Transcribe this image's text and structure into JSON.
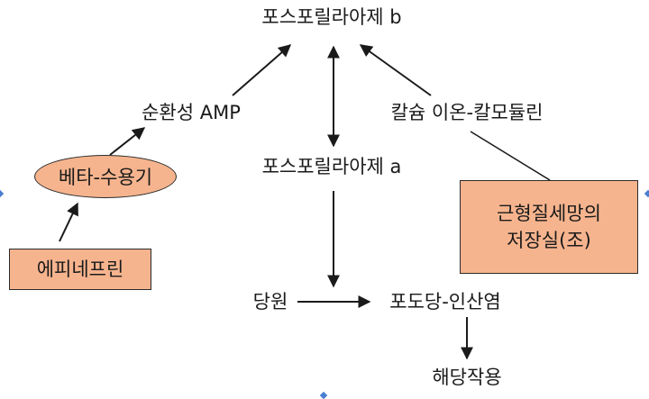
{
  "nodes": {
    "phosphorylase_b": "포스포릴라아제 b",
    "cyclic_amp": "순환성 AMP",
    "calcium_calmodulin": "칼슘 이온-칼모듈린",
    "beta_receptor": "베타-수용기",
    "phosphorylase_a": "포스포릴라아제 a",
    "sarcoplasmic_reticulum_line1": "근형질세망의",
    "sarcoplasmic_reticulum_line2": "저장실(조)",
    "epinephrine": "에피네프린",
    "glycogen": "당원",
    "glucose_phosphate": "포도당-인산염",
    "glycolysis": "해당작용"
  },
  "colors": {
    "highlight_fill": "#f6b48e",
    "line": "#1a1a1a"
  }
}
